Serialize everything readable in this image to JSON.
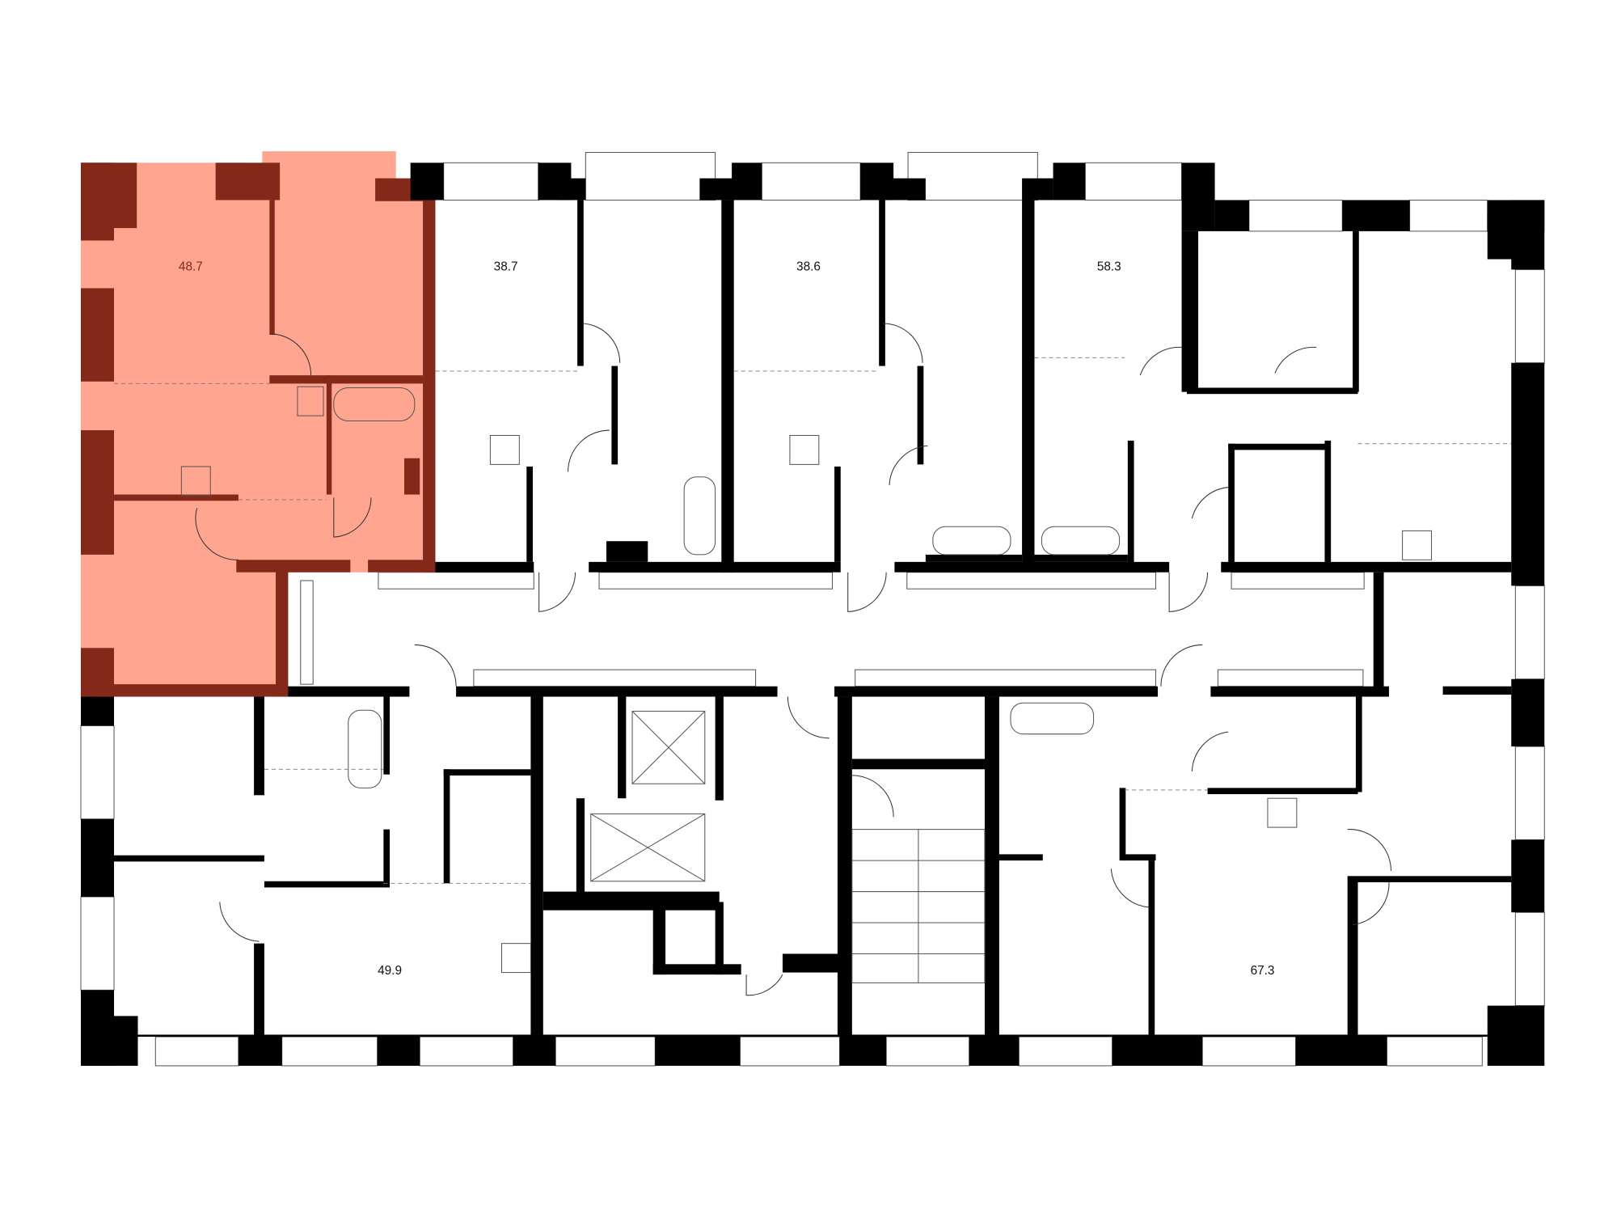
{
  "plan": {
    "apartments": [
      {
        "area": "48.7",
        "selected": true
      },
      {
        "area": "38.7",
        "selected": false
      },
      {
        "area": "38.6",
        "selected": false
      },
      {
        "area": "58.3",
        "selected": false
      },
      {
        "area": "49.9",
        "selected": false
      },
      {
        "area": "67.3",
        "selected": false
      }
    ],
    "colors": {
      "selected_fill": "#ffa590",
      "selected_wall": "#84281a",
      "wall": "#000000"
    }
  }
}
